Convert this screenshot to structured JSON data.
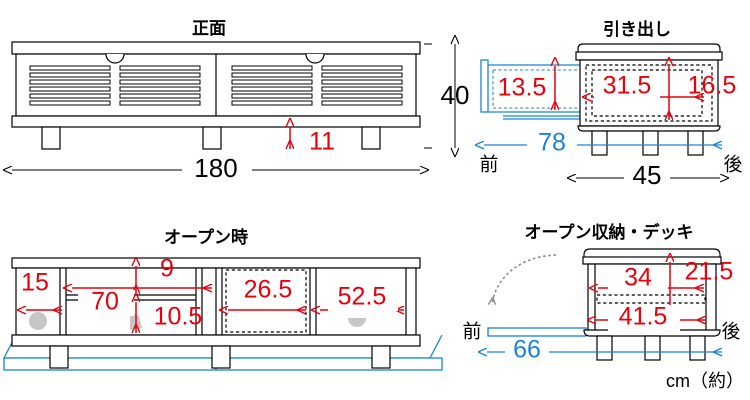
{
  "sheet": {
    "unit_note": "cm（約）"
  },
  "views": {
    "front": {
      "title": "正面",
      "dims": {
        "width": "180",
        "height": "40",
        "leg_height": "11"
      }
    },
    "drawer": {
      "title": "引き出し",
      "dims": {
        "drawer_depth_open": "13.5",
        "inner_width": "31.5",
        "inner_height": "16.5",
        "total_open_depth": "78",
        "body_depth": "45"
      },
      "labels": {
        "front": "前",
        "back": "後"
      }
    },
    "open": {
      "title": "オープン時",
      "dims": {
        "left_bay": "15",
        "center_bay": "70",
        "shelf_upper": "9",
        "shelf_lower": "10.5",
        "deck_bay": "26.5",
        "right_bay": "52.5"
      }
    },
    "deck": {
      "title": "オープン収納・デッキ",
      "dims": {
        "upper_depth": "34",
        "side_height": "21.5",
        "lower_depth": "41.5",
        "total_open_depth": "66"
      },
      "labels": {
        "front": "前",
        "back": "後"
      }
    }
  },
  "colors": {
    "outline": "#000000",
    "red_dimension": "#e8000d",
    "blue_dimension": "#1a84d6",
    "knob_gray": "#c6c6c6",
    "motion_arrow_gray": "#8a8a8a"
  }
}
